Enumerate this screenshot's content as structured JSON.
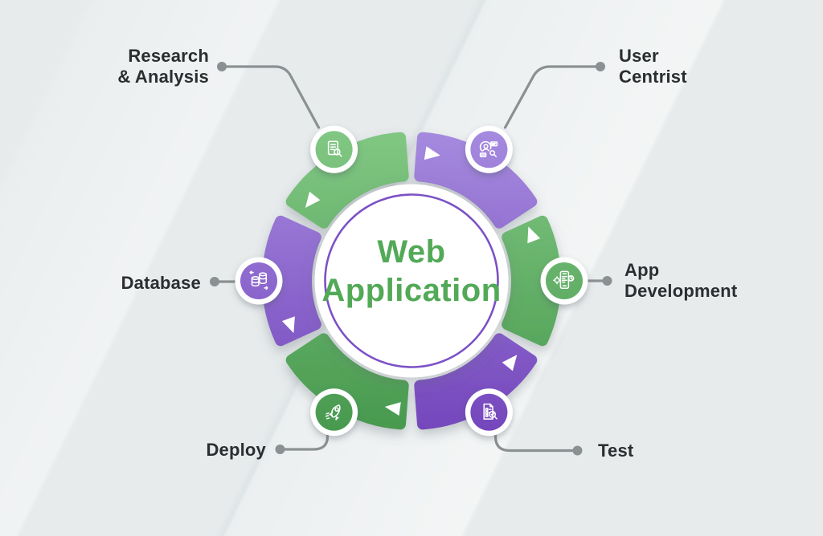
{
  "diagram": {
    "title": {
      "line1": "Web",
      "line2": "Application"
    },
    "stages": [
      {
        "id": "research",
        "label_lines": [
          "Research",
          "& Analysis"
        ],
        "color": "green",
        "icon": "research-document-magnifier-icon"
      },
      {
        "id": "user-centrist",
        "label_lines": [
          "User",
          "Centrist"
        ],
        "color": "purple",
        "icon": "user-research-magnifier-icon"
      },
      {
        "id": "app-development",
        "label_lines": [
          "App",
          "Development"
        ],
        "color": "green",
        "icon": "mobile-app-gear-icon"
      },
      {
        "id": "test",
        "label_lines": [
          "Test"
        ],
        "color": "purple",
        "icon": "test-checklist-magnifier-icon"
      },
      {
        "id": "deploy",
        "label_lines": [
          "Deploy"
        ],
        "color": "green",
        "icon": "rocket-launch-icon"
      },
      {
        "id": "database",
        "label_lines": [
          "Database"
        ],
        "color": "purple",
        "icon": "database-sync-icon"
      }
    ],
    "colors": {
      "green_light": "#82c884",
      "green_dark": "#46984d",
      "purple_light": "#a68bdf",
      "purple_dark": "#7344bb",
      "center_text": "#52a956",
      "center_ring": "#7b51c6",
      "label_text": "#2b2e30",
      "connector": "#8b9192",
      "background": "#e7ebec"
    }
  }
}
